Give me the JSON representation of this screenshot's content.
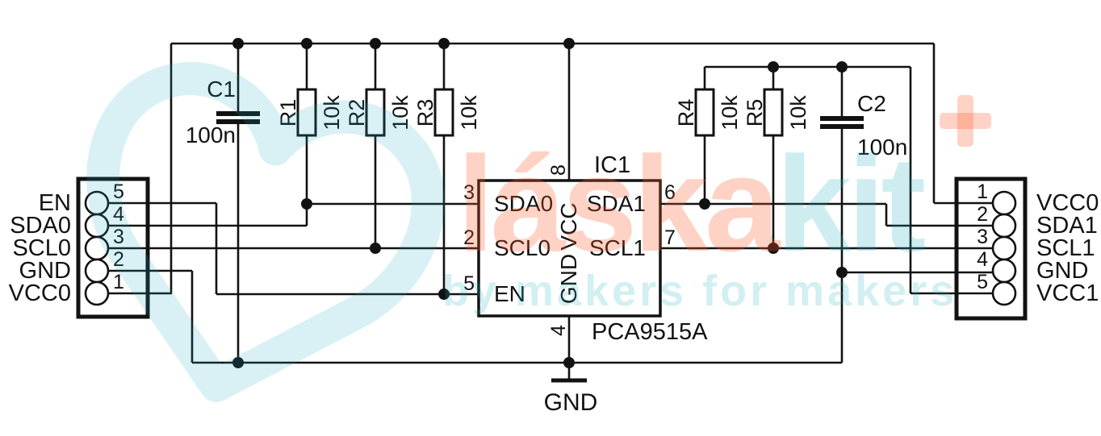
{
  "schematic": {
    "ic": {
      "ref": "IC1",
      "part_number": "PCA9515A",
      "pins": {
        "left": [
          {
            "number": "3",
            "name": "SDA0"
          },
          {
            "number": "2",
            "name": "SCL0"
          },
          {
            "number": "5",
            "name": "EN"
          }
        ],
        "right": [
          {
            "number": "6",
            "name": "SDA1"
          },
          {
            "number": "7",
            "name": "SCL1"
          }
        ],
        "top": {
          "number": "8",
          "name": "VCC"
        },
        "bottom": {
          "number": "4",
          "name": "GND"
        }
      }
    },
    "connectors": {
      "left": {
        "pins": [
          {
            "number": "5",
            "label": "EN"
          },
          {
            "number": "4",
            "label": "SDA0"
          },
          {
            "number": "3",
            "label": "SCL0"
          },
          {
            "number": "2",
            "label": "GND"
          },
          {
            "number": "1",
            "label": "VCC0"
          }
        ]
      },
      "right": {
        "pins": [
          {
            "number": "1",
            "label": "VCC0"
          },
          {
            "number": "2",
            "label": "SDA1"
          },
          {
            "number": "3",
            "label": "SCL1"
          },
          {
            "number": "4",
            "label": "GND"
          },
          {
            "number": "5",
            "label": "VCC1"
          }
        ]
      }
    },
    "resistors": [
      {
        "ref": "R1",
        "value": "10k"
      },
      {
        "ref": "R2",
        "value": "10k"
      },
      {
        "ref": "R3",
        "value": "10k"
      },
      {
        "ref": "R4",
        "value": "10k"
      },
      {
        "ref": "R5",
        "value": "10k"
      }
    ],
    "capacitors": [
      {
        "ref": "C1",
        "value": "100n"
      },
      {
        "ref": "C2",
        "value": "100n"
      }
    ],
    "ground_label": "GND",
    "line_color": "#121212"
  },
  "watermark": {
    "brand_primary": "láska",
    "brand_secondary": "kit",
    "tagline": "by makers for makers",
    "accent_color": "#ff5a2b",
    "teal_color": "#1fadbd"
  }
}
